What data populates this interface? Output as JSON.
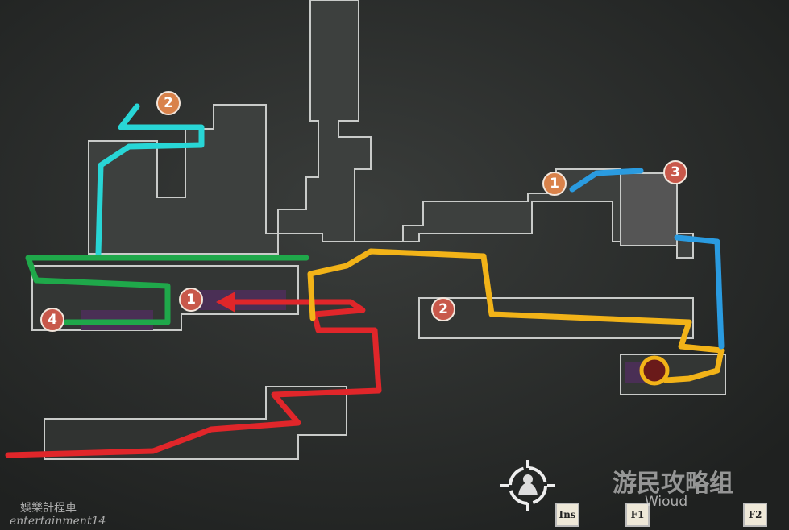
{
  "markers": [
    {
      "label": "2",
      "color": "#d9824a"
    },
    {
      "label": "1",
      "color": "#d9824a"
    },
    {
      "label": "3",
      "color": "#c8584a"
    },
    {
      "label": "1",
      "color": "#c8584a"
    },
    {
      "label": "2",
      "color": "#c8584a"
    },
    {
      "label": "4",
      "color": "#c8584a"
    }
  ],
  "routes": {
    "cyan": "#28d6d6",
    "green": "#1fa84a",
    "red": "#e0262a",
    "yellow": "#f2b318",
    "blue": "#2a9be0"
  },
  "hud": {
    "keys": [
      "Ins",
      "F1",
      "F2"
    ],
    "player_icon": "crosshair-player-icon"
  },
  "watermarks": {
    "site_cn": "游民攻略组",
    "site_en": "Wioud",
    "credit_cn": "娛樂計程車",
    "credit_en": "entertainment14"
  }
}
